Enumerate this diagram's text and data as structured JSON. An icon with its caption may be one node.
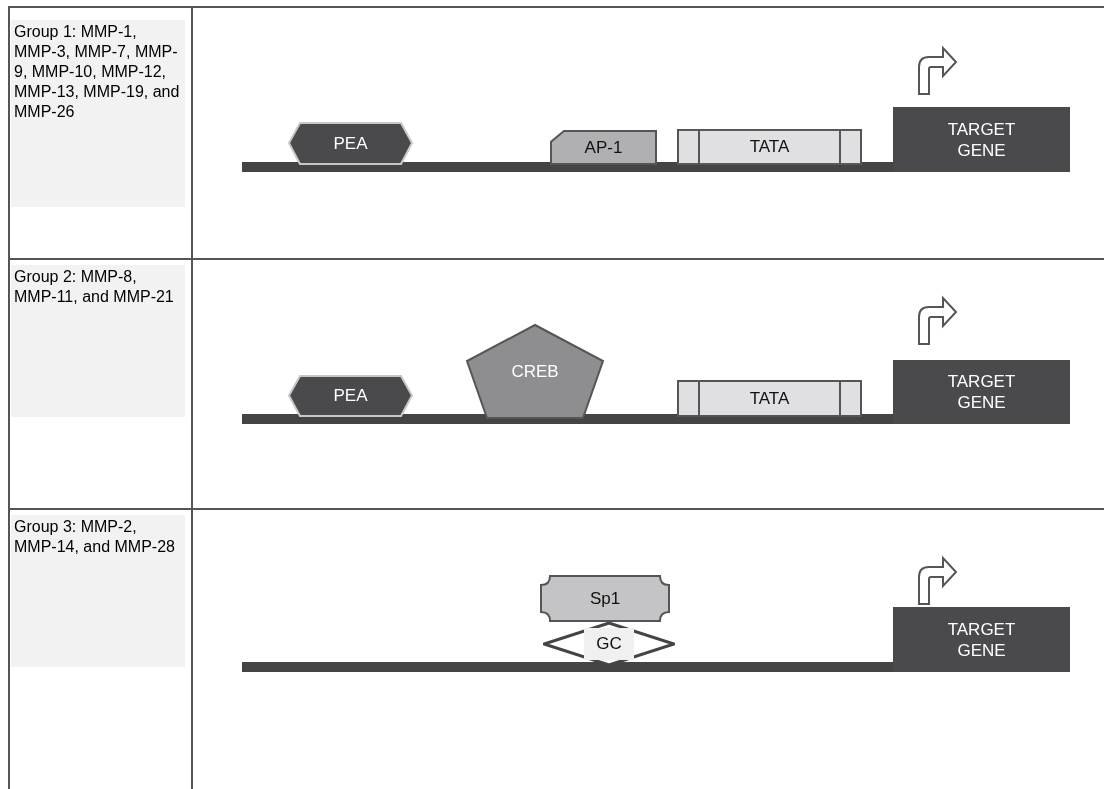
{
  "diagram": {
    "nodes": [
      {
        "text": [
          "Group 1: MMP-1, MMP-3, MMP-7, MMP-9, MMP-10, MMP-12, MMP-13, MMP-19, and MMP-26"
        ]
      },
      {
        "text": [
          "PEA"
        ]
      },
      {
        "text": [
          "AP-1"
        ]
      },
      {
        "text": [
          "TATA"
        ]
      },
      {
        "text": [
          "TARGET GENE"
        ]
      },
      {
        "text": [
          "Group 2: MMP-8, MMP-11, and MMP-21"
        ]
      },
      {
        "text": [
          "PEA"
        ]
      },
      {
        "text": [
          "CREB"
        ]
      },
      {
        "text": [
          "TATA"
        ]
      },
      {
        "text": [
          "TARGET GENE"
        ]
      },
      {
        "text": [
          "Group 3: MMP-2, MMP-14, and MMP-28"
        ]
      },
      {
        "text": [
          "Sp1"
        ]
      },
      {
        "text": [
          "GC"
        ]
      },
      {
        "text": [
          "TARGET GENE"
        ]
      }
    ],
    "edges": []
  }
}
